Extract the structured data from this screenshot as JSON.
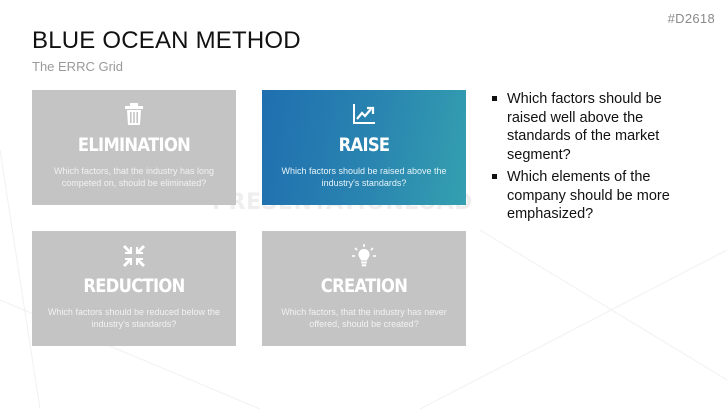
{
  "slide_id": "#D2618",
  "title": "BLUE OCEAN METHOD",
  "subtitle": "The ERRC Grid",
  "cards": [
    {
      "icon": "trash-icon",
      "heading": "ELIMINATION",
      "text": "Which factors, that the industry has long competed on, should be eliminated?"
    },
    {
      "icon": "trend-up-icon",
      "heading": "RAISE",
      "text": "Which factors should be raised above the industry's standards?"
    },
    {
      "icon": "collapse-arrows-icon",
      "heading": "REDUCTION",
      "text": "Which factors should be reduced below the industry's standards?"
    },
    {
      "icon": "lightbulb-icon",
      "heading": "CREATION",
      "text": "Which factors, that the industry has never offered, should be created?"
    }
  ],
  "bullets": [
    "Which factors should be raised well above the standards of the market segment?",
    "Which elements of the company should be more emphasized?"
  ],
  "watermark": "PRESENTATIONLOAD",
  "colors": {
    "card_gray": "#c4c4c4",
    "card_active_start": "#1f6fb0",
    "card_active_end": "#34a0b0",
    "title": "#111111",
    "subtitle": "#9a9a9a"
  }
}
